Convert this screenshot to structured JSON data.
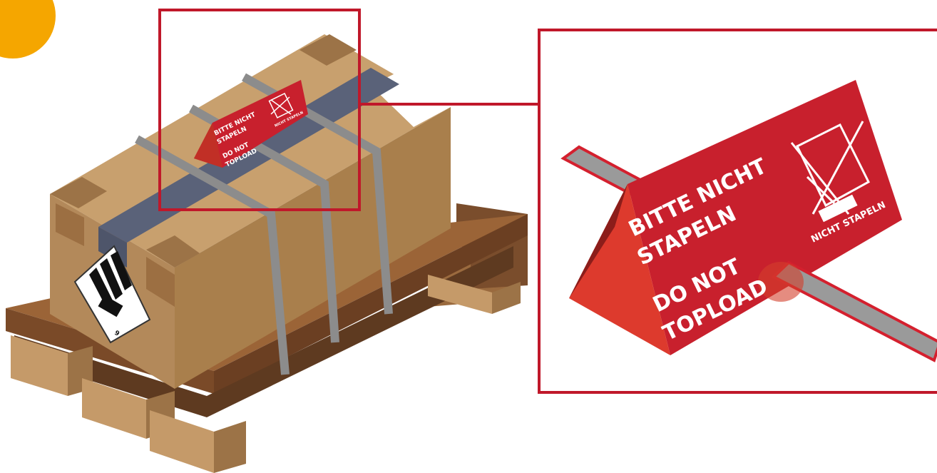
{
  "colors": {
    "accent_red": "#c0182a",
    "label_red": "#c8202d",
    "label_light": "#dd3a2d",
    "label_dark": "#8c1d1a",
    "strap_gray": "#8c8c8c",
    "tape_blue": "#5a6279",
    "box_front": "#b78f5d",
    "box_side": "#a47a48",
    "box_top": "#c8a06e",
    "pallet_wood": "#8a5a34",
    "corner_badge": "#f5a600"
  },
  "icons": {
    "badge": "orange-corner-badge-icon",
    "hazard": "hazard-class-9-placard-icon",
    "no_stack": "no-stack-pallet-icon"
  },
  "small_label": {
    "line1": "BITTE NICHT",
    "line2": "STAPELN",
    "line3": "DO NOT",
    "line4": "TOPLOAD",
    "side": "NICHT STAPELN"
  },
  "zoom_label": {
    "line1": "BITTE NICHT",
    "line2": "STAPELN",
    "line3": "DO NOT",
    "line4": "TOPLOAD",
    "side": "NICHT STAPELN"
  },
  "hazard_placard": {
    "class_number": "9"
  }
}
